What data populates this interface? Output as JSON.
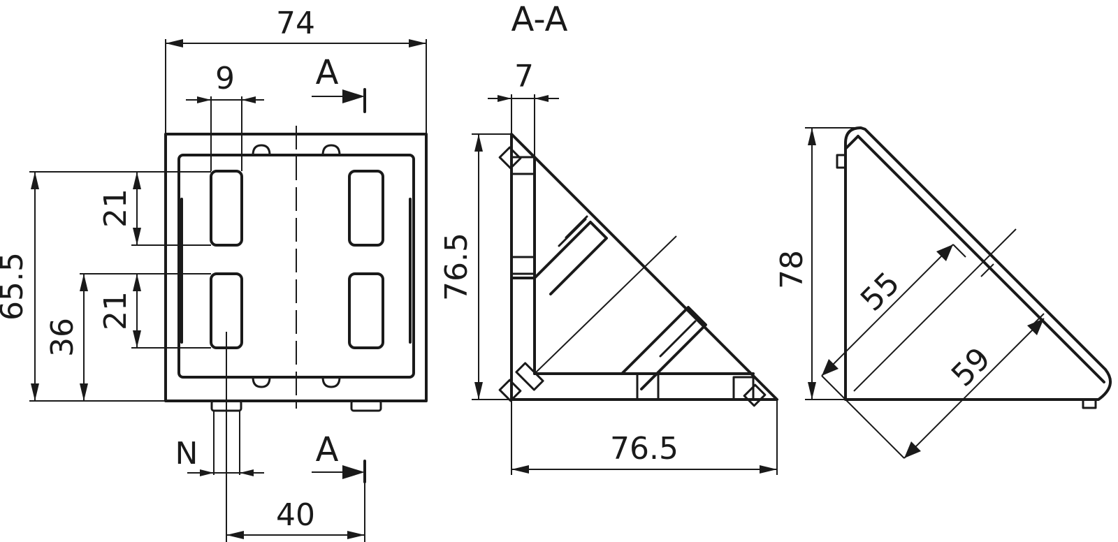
{
  "drawing": {
    "section_title": "A-A",
    "section_marker": "A",
    "front_view": {
      "width": "74",
      "slot_width": "9",
      "height_total": "65.5",
      "slot_length_upper": "21",
      "slot_length_lower": "21",
      "height_lower": "36",
      "bottom_spacing": "40",
      "nut_label": "N"
    },
    "section_view": {
      "wall_thickness": "7",
      "height": "76.5",
      "width": "76.5"
    },
    "side_view": {
      "height": "78",
      "diagonal_inner": "55",
      "diagonal_outer": "59"
    }
  }
}
